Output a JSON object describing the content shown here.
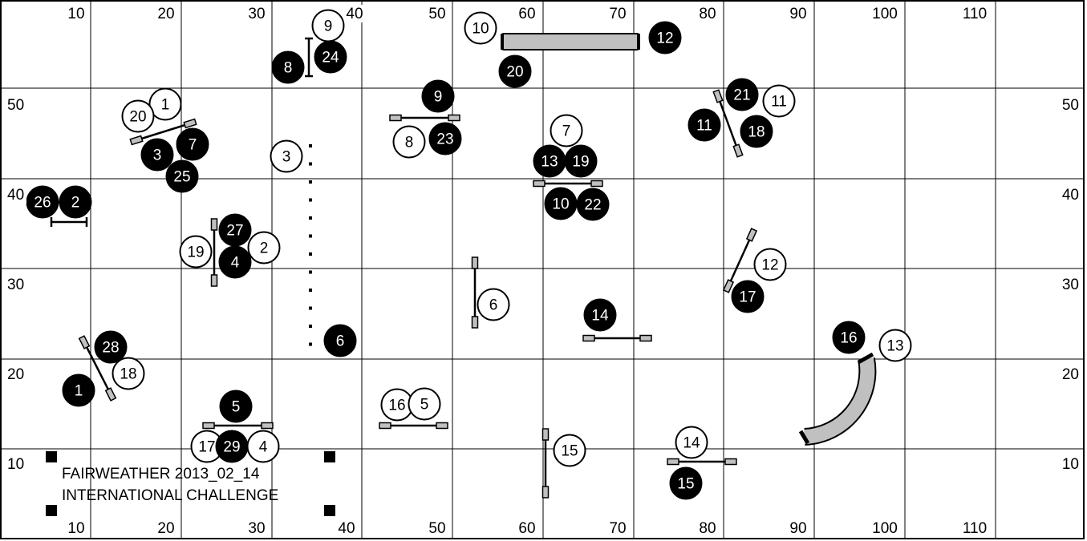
{
  "course": {
    "title_line1": "FAIRWEATHER  2013_02_14",
    "title_line2": "INTERNATIONAL CHALLENGE"
  },
  "axes": {
    "x_top": [
      "10",
      "20",
      "30",
      "40",
      "50",
      "60",
      "70",
      "80",
      "90",
      "100",
      "110"
    ],
    "x_bottom": [
      "10",
      "20",
      "30",
      "40",
      "50",
      "60",
      "70",
      "80",
      "90",
      "100",
      "110"
    ],
    "y_left": [
      "50",
      "40",
      "30",
      "20",
      "10"
    ],
    "y_right": [
      "50",
      "40",
      "30",
      "20",
      "10"
    ]
  },
  "markers_filled": [
    "12",
    "24",
    "8",
    "20",
    "9",
    "21",
    "11",
    "18",
    "23",
    "7",
    "3",
    "13",
    "19",
    "25",
    "26",
    "2",
    "10",
    "22",
    "27",
    "4",
    "17",
    "14",
    "6",
    "16",
    "28",
    "1",
    "5",
    "29",
    "15"
  ],
  "markers_open": [
    "9",
    "10",
    "1",
    "20",
    "11",
    "7",
    "8",
    "3",
    "2",
    "19",
    "12",
    "6",
    "13",
    "18",
    "16",
    "5",
    "17",
    "4",
    "15",
    "14"
  ],
  "colors": {
    "obstacle_fill": "#c0c0c0",
    "marker_filled": "#000000",
    "marker_open": "#ffffff"
  }
}
